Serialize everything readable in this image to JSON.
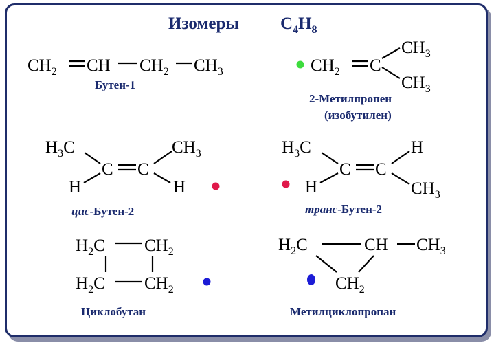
{
  "title": {
    "text": "Изомеры",
    "formula_c": "C",
    "formula_c_sub": "4",
    "formula_h": "H",
    "formula_h_sub": "8"
  },
  "atoms": {
    "ch2": "CH",
    "ch": "CH",
    "ch3": "CH",
    "c": "C",
    "h": "H",
    "h3c": "H",
    "h2c": "H",
    "sub2": "2",
    "sub3": "3"
  },
  "names": {
    "butene1": "Бутен-1",
    "methylpropene": "2-Метилпропен",
    "isobutylene": "(изобутилен)",
    "cis_prefix": "цис",
    "trans_prefix": "транс",
    "butene2_suffix": "-Бутен-2",
    "cyclobutane": "Циклобутан",
    "methylcyclopropane": "Метилциклопропан"
  },
  "colors": {
    "frame": "#1f2d6a",
    "label": "#1a2a6e",
    "green_dot": "#3ddc3d",
    "red_dot": "#e0194a",
    "blue_dot": "#1c1cd6"
  }
}
